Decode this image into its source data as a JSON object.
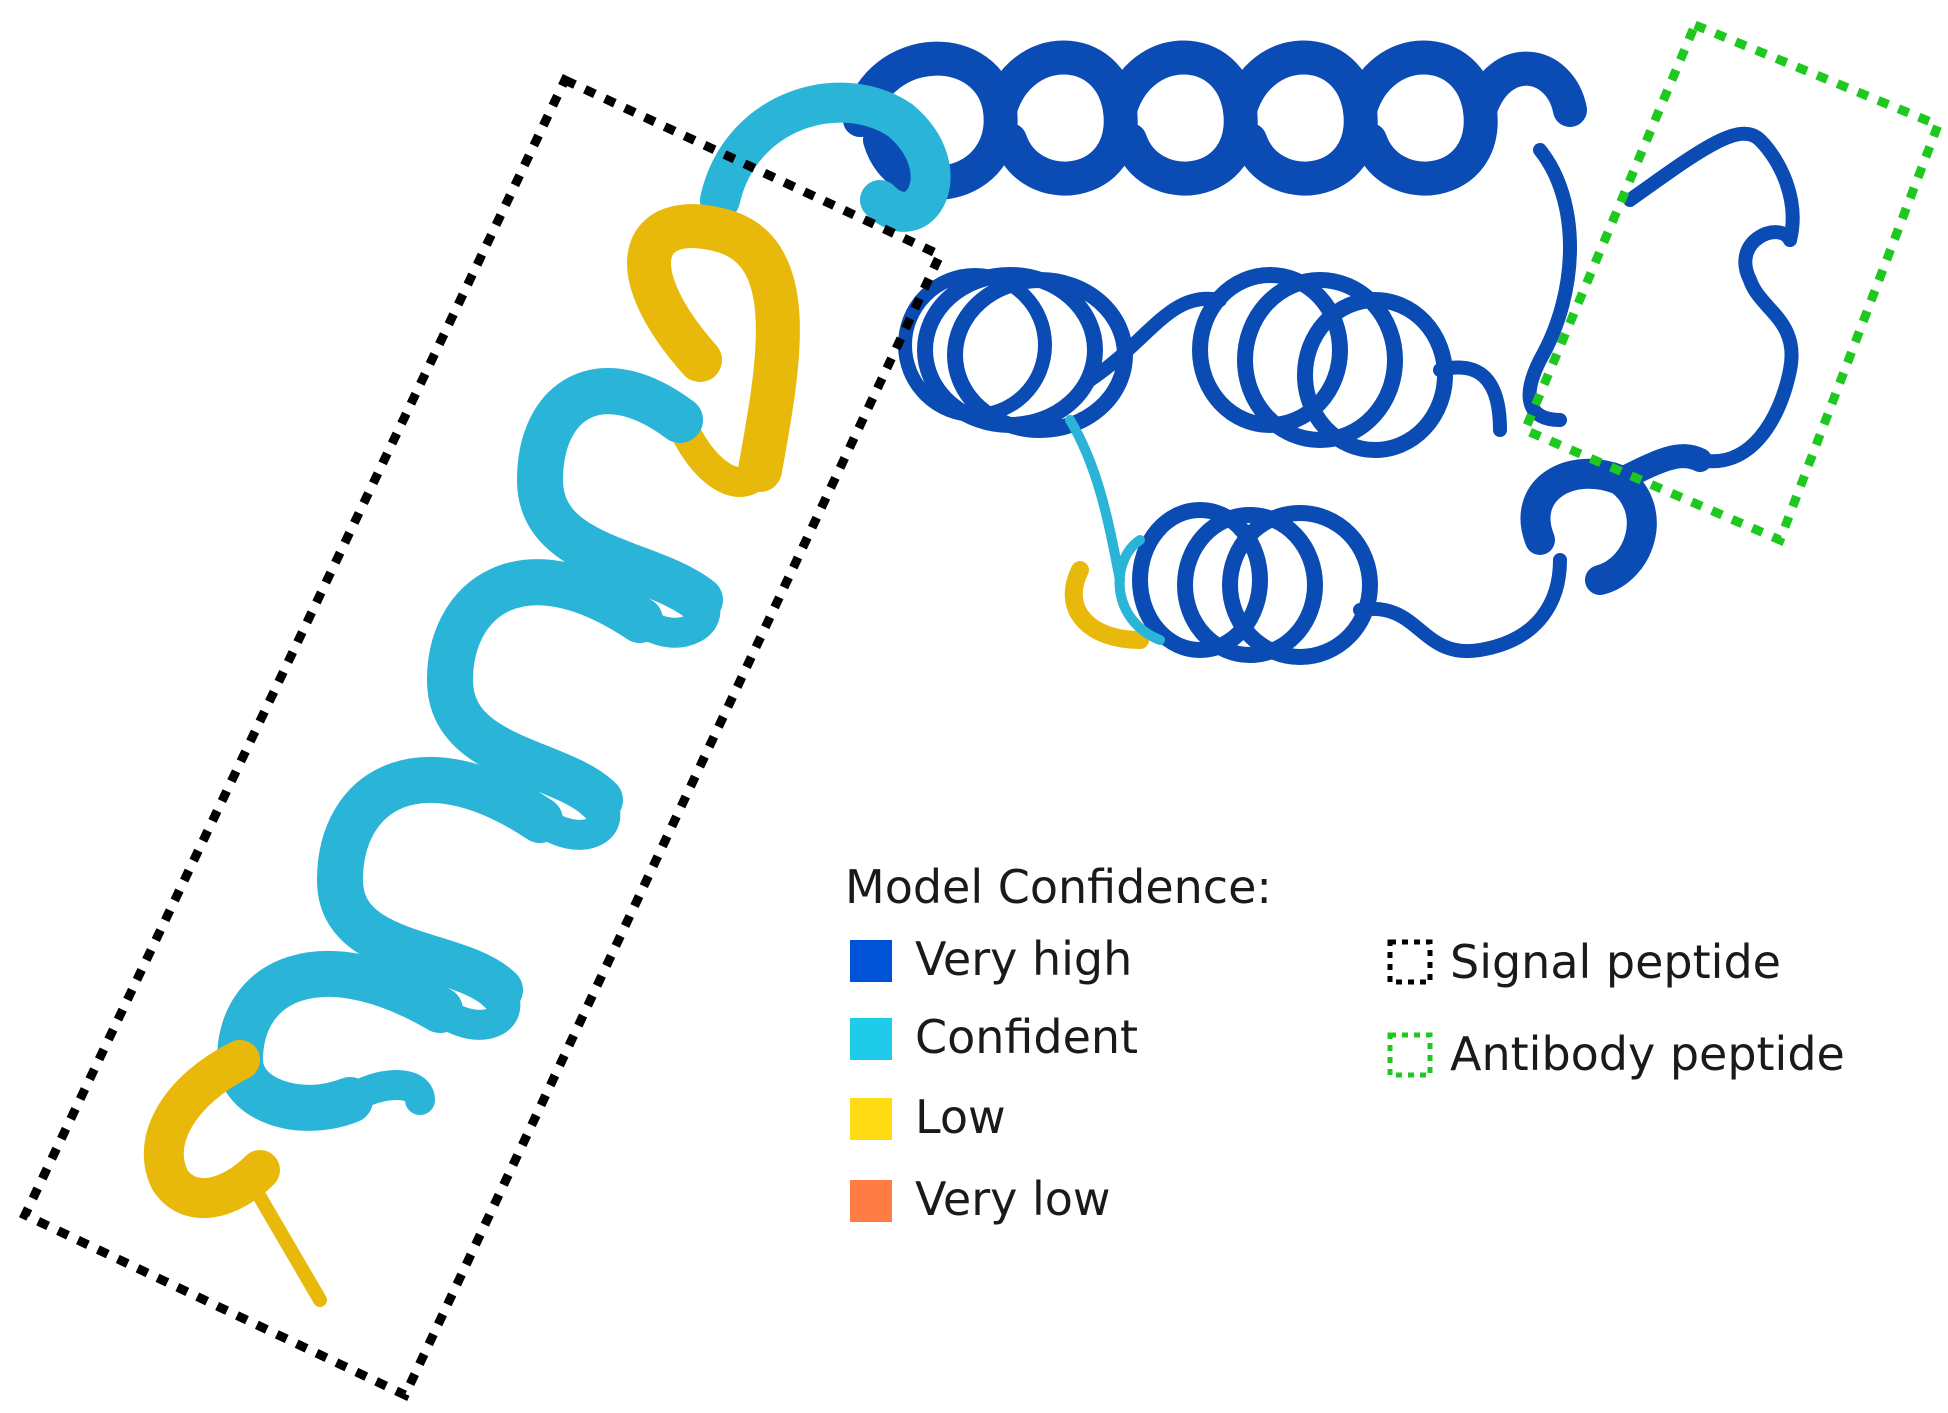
{
  "legend": {
    "title": "Model Confidence:",
    "confidence_levels": [
      {
        "label": "Very high",
        "color": "#0053d6"
      },
      {
        "label": "Confident",
        "color": "#1ecbe8"
      },
      {
        "label": "Low",
        "color": "#ffdb13"
      },
      {
        "label": "Very low",
        "color": "#ff7d45"
      }
    ],
    "regions": [
      {
        "label": "Signal peptide",
        "color": "#000000"
      },
      {
        "label": "Antibody peptide",
        "color": "#1ec81e"
      }
    ]
  },
  "colors": {
    "very_high_ribbon": "#0a4bb4",
    "confident_ribbon": "#29b4d8",
    "low_ribbon": "#e8b90a"
  }
}
